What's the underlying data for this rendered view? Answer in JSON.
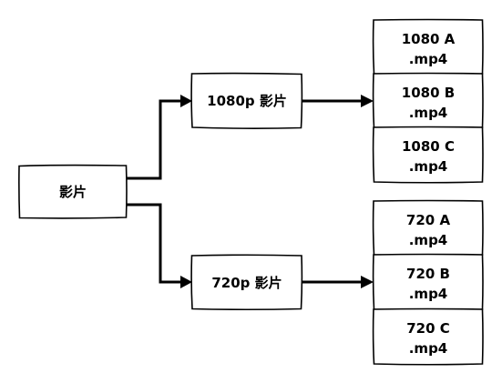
{
  "diagram": {
    "root": {
      "label": "影片"
    },
    "branches": [
      {
        "label": "1080p 影片",
        "outputs": [
          {
            "line1": "1080 A",
            "line2": ".mp4"
          },
          {
            "line1": "1080 B",
            "line2": ".mp4"
          },
          {
            "line1": "1080 C",
            "line2": ".mp4"
          }
        ]
      },
      {
        "label": "720p 影片",
        "outputs": [
          {
            "line1": "720 A",
            "line2": ".mp4"
          },
          {
            "line1": "720 B",
            "line2": ".mp4"
          },
          {
            "line1": "720 C",
            "line2": ".mp4"
          }
        ]
      }
    ],
    "colors": {
      "stroke": "#000000",
      "fill": "#ffffff",
      "text": "#000000"
    }
  }
}
